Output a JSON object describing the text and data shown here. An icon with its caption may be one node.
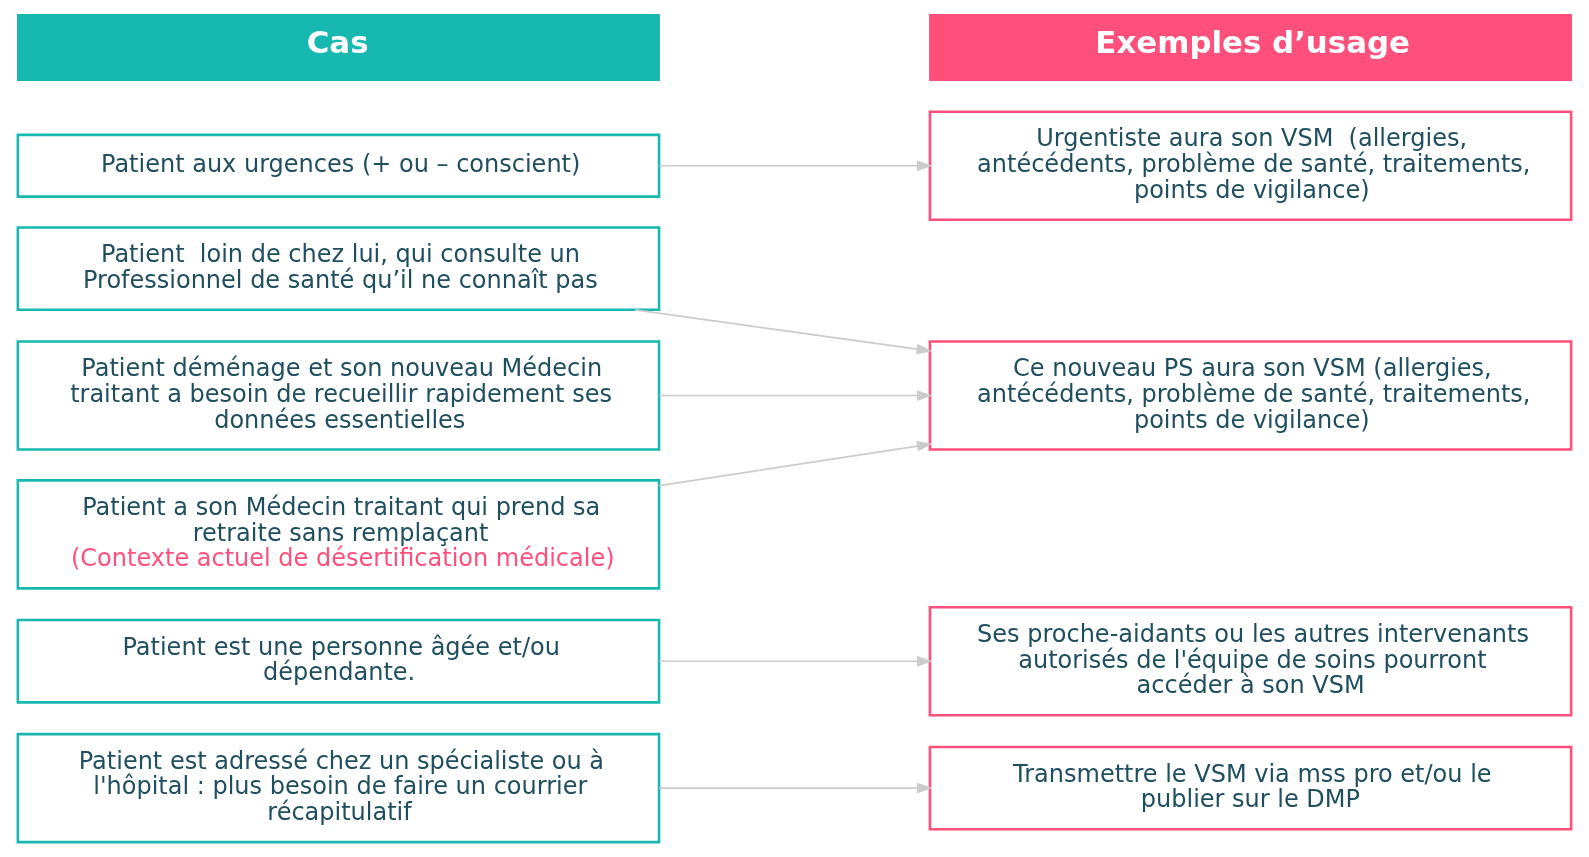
{
  "diagram": {
    "nodes": [
      {
        "text": [
          "Cas"
        ]
      },
      {
        "text": [
          "Exemples d’usage"
        ]
      },
      {
        "text": [
          "Patient aux urgences (+ ou – conscient)"
        ]
      },
      {
        "text": [
          "Patient  loin de chez lui, qui consulte un Professionnel de santé qu’il ne connaît pas"
        ]
      },
      {
        "text": [
          "Patient déménage et son nouveau Médecin traitant a besoin de recueillir rapidement ses données essentielles"
        ]
      },
      {
        "text": [
          "Patient a son Médecin traitant qui prend sa retraite sans remplaçant",
          "(Contexte actuel de désertification médicale)"
        ]
      },
      {
        "text": [
          "Patient est une personne âgée et/ou dépendante."
        ]
      },
      {
        "text": [
          "Patient est adressé chez un spécialiste ou à l'hôpital : plus besoin de faire un courrier récapitulatif"
        ]
      },
      {
        "text": [
          "Urgentiste aura son VSM  (allergies, antécédents, problème de santé, traitements, points de vigilance)"
        ]
      },
      {
        "text": [
          "Ce nouveau PS aura son VSM (allergies, antécédents, problème de santé, traitements, points de vigilance)"
        ]
      },
      {
        "text": [
          "Ses proche-aidants ou les autres intervenants autorisés de l'équipe de soins pourront accéder à son VSM"
        ]
      },
      {
        "text": [
          "Transmettre le VSM via mss pro et/ou le publier sur le DMP"
        ]
      }
    ],
    "edges": [
      {
        "from": 2,
        "to": 8,
        "arrow": "to"
      },
      {
        "from": 3,
        "to": 9,
        "arrow": "to"
      },
      {
        "from": 4,
        "to": 9,
        "arrow": "to"
      },
      {
        "from": 5,
        "to": 9,
        "arrow": "to"
      },
      {
        "from": 6,
        "to": 10,
        "arrow": "to"
      },
      {
        "from": 7,
        "to": 11,
        "arrow": "to"
      }
    ]
  }
}
